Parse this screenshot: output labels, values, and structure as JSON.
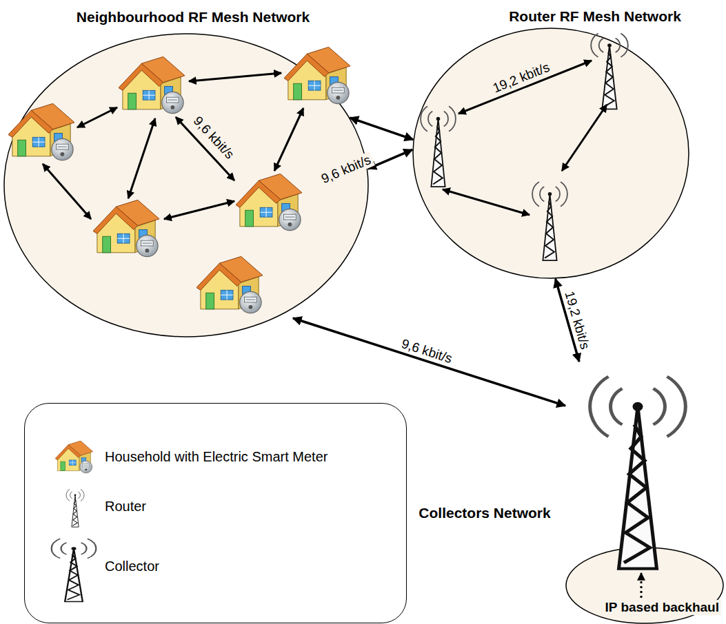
{
  "diagram": {
    "nodes": [
      {
        "text": [
          "Neighbourhood RF Mesh Network"
        ]
      },
      {
        "text": [
          "Router RF Mesh Network"
        ]
      },
      {
        "text": [
          "Collectors Network"
        ]
      }
    ],
    "edges": [
      {
        "from": 0,
        "to": 1,
        "arrow": "both"
      },
      {
        "from": 0,
        "to": 1,
        "label": "9,6 kbit/s",
        "arrow": "both"
      },
      {
        "from": 1,
        "to": 2,
        "label": "19,2 kbit/s",
        "arrow": "both"
      },
      {
        "from": 0,
        "to": 2,
        "label": "9,6 kbit/s",
        "arrow": "both"
      }
    ],
    "labels": [
      "9,6 kbit/s",
      "19,2 kbit/s",
      "IP based backhaul"
    ],
    "legend": [
      {
        "text": "Household with Electric Smart Meter"
      },
      {
        "text": "Router"
      },
      {
        "text": "Collector"
      }
    ]
  }
}
